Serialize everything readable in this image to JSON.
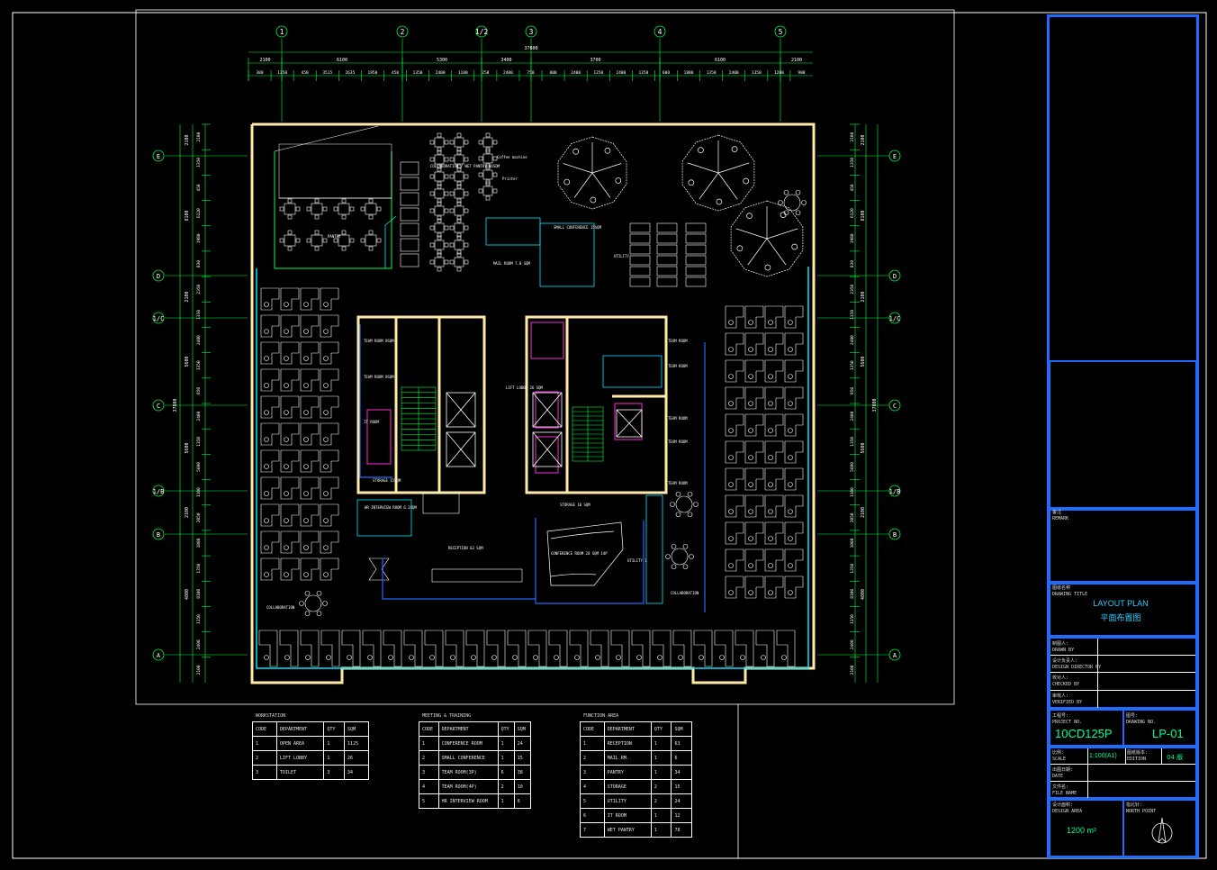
{
  "grid": {
    "columns": [
      "1",
      "2",
      "1/2",
      "3",
      "4",
      "5"
    ],
    "rows": [
      "E",
      "D",
      "1/C",
      "C",
      "1/B",
      "B",
      "A"
    ],
    "overall_dim": "37800",
    "top_dims": [
      "2100",
      "6100",
      "5300",
      "3400",
      "3700",
      "6100",
      "2100"
    ],
    "top_subdims": [
      "380",
      "1350",
      "450",
      "3515",
      "2635",
      "1950",
      "450",
      "1350",
      "2400",
      "1100",
      "250",
      "2400",
      "750",
      "800",
      "2400",
      "1350",
      "2400",
      "1350",
      "600",
      "1800",
      "1350",
      "2400",
      "1350",
      "1200",
      "900"
    ],
    "left_dims": [
      "2100",
      "8100",
      "2100",
      "5600",
      "5600",
      "2100",
      "4800"
    ],
    "left_subdims": [
      "2100",
      "1350",
      "450",
      "6120",
      "1980",
      "830",
      "2350",
      "1350",
      "2400",
      "1350",
      "850",
      "2400",
      "1350",
      "5600",
      "1100",
      "2050",
      "1800",
      "1350",
      "8100",
      "1350",
      "2400",
      "2100"
    ],
    "right_overall": "37800"
  },
  "rooms": [
    "COLLABORATION / WET PANTRY 84SQM",
    "PANTRY",
    "Coffee machine",
    "Printer",
    "SMALL CONFERENCE 15SQM",
    "MAIL ROOM 7.0 SQM",
    "UTILITY",
    "TEAM ROOM 8SQM",
    "TEAM ROOM 8SQM",
    "IT ROOM",
    "STORAGE 15SQM",
    "HR INTERVIEW ROOM 6.3SQM",
    "LIFT LOBBY 26 SQM",
    "STORAGE 10 SQM",
    "RECEPTION 63 SQM",
    "CONFERENCE ROOM 28 SQM 14P",
    "UTILITY 1",
    "TEAM ROOM",
    "TEAM ROOM",
    "TEAM ROOM",
    "TEAM ROOM",
    "TEAM ROOM",
    "COLLABORATION",
    "COLLABORATION"
  ],
  "tables": [
    {
      "title": "WORKSTATION",
      "headers": [
        "CODE",
        "DEPARTMENT",
        "QTY",
        "SQM"
      ],
      "rows": [
        [
          "1",
          "OPEN AREA",
          "1",
          "1125"
        ],
        [
          "2",
          "LIFT LOBBY",
          "1",
          "26"
        ],
        [
          "3",
          "TOILET",
          "3",
          "34"
        ]
      ]
    },
    {
      "title": "MEETING & TRAINING",
      "headers": [
        "CODE",
        "DEPARTMENT",
        "QTY",
        "SQM"
      ],
      "rows": [
        [
          "1",
          "CONFERENCE ROOM",
          "1",
          "24"
        ],
        [
          "2",
          "SMALL CONFERENCE",
          "1",
          "15"
        ],
        [
          "3",
          "TEAM ROOM(3P)",
          "6",
          "38"
        ],
        [
          "4",
          "TEAM ROOM(4P)",
          "2",
          "10"
        ],
        [
          "5",
          "HR INTERVIEW ROOM",
          "1",
          "6"
        ]
      ]
    },
    {
      "title": "FUNCTION AREA",
      "headers": [
        "CODE",
        "DEPARTMENT",
        "QTY",
        "SQM"
      ],
      "rows": [
        [
          "1",
          "RECEPTION",
          "1",
          "63"
        ],
        [
          "2",
          "MAIL RM.",
          "1",
          "6"
        ],
        [
          "3",
          "PANTRY",
          "1",
          "34"
        ],
        [
          "4",
          "STORAGE",
          "2",
          "15"
        ],
        [
          "5",
          "UTILITY",
          "2",
          "24"
        ],
        [
          "6",
          "IT ROOM",
          "1",
          "12"
        ],
        [
          "7",
          "WET PANTRY",
          "1",
          "78"
        ]
      ]
    }
  ],
  "title_block": {
    "remark_label": "备注",
    "remark_en": "REMARK",
    "drawing_title_label": "图纸名称",
    "drawing_title_en": "DRAWING TITLE",
    "drawing_title": "LAYOUT PLAN",
    "drawing_title_cn": "平面布置图",
    "drawn_by_label": "制图人:",
    "drawn_by_en": "DRAWN BY",
    "design_director_label": "设计负责人:",
    "design_director_en": "DESIGN DIRECTOR BY",
    "checked_by_label": "校对人:",
    "checked_by_en": "CHECKED BY",
    "verified_by_label": "审核人:",
    "verified_by_en": "VERIFIED BY",
    "project_no_label": "工程号:",
    "project_no_en": "PROJECT NO.",
    "project_no": "10CD125P",
    "drawing_no_label": "图号:",
    "drawing_no_en": "DRAWING NO.",
    "drawing_no": "LP-01",
    "scale_label": "比例:",
    "scale_en": "SCALE",
    "scale": "1:100(A1)",
    "edition_label": "图纸版本:",
    "edition_en": "EDITION",
    "edition": "04 版",
    "date_label": "出图日期:",
    "date_en": "DATE",
    "file_label": "文件名:",
    "file_en": "FILE NAME",
    "area_label": "设计面积:",
    "area_en": "DESIGN AREA",
    "area": "1200 m²",
    "north_label": "指北针:",
    "north_en": "NORTH POINT"
  },
  "colors": {
    "wall": "#ffe9a8",
    "grid": "#00ff3c",
    "cyan": "#00e5ff",
    "magenta": "#ff2bd6",
    "blue": "#1e6bff",
    "furniture": "#ffffff"
  }
}
